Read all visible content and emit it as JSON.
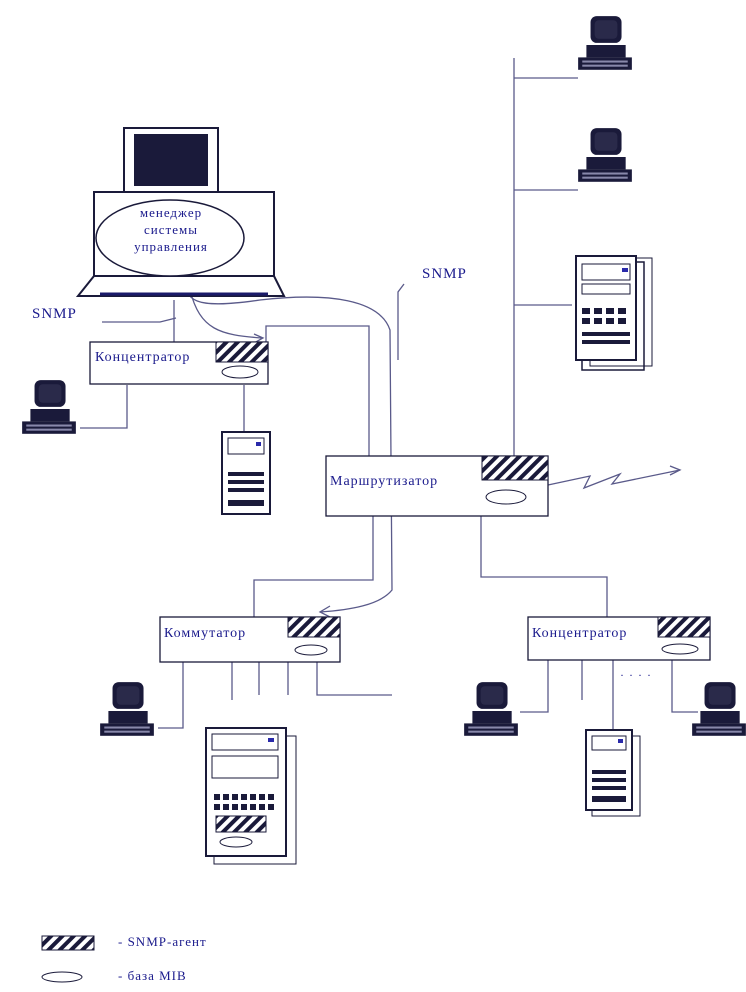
{
  "manager": {
    "lines": [
      "менеджер",
      "системы",
      "управления"
    ]
  },
  "labels": {
    "snmp_left": "SNMP",
    "snmp_right": "SNMP",
    "hub_left": "Концентратор",
    "router": "Маршрутизатор",
    "switch": "Коммутатор",
    "hub_right": "Концентратор",
    "dots": "· · · ·"
  },
  "legend": {
    "agent": "- SNMP-агент",
    "mib": "- база MIB"
  },
  "colors": {
    "line": "#5a5a8a",
    "device": "#1a1a4a",
    "box": "#2a2a5a",
    "text": "#1a1a8c"
  }
}
